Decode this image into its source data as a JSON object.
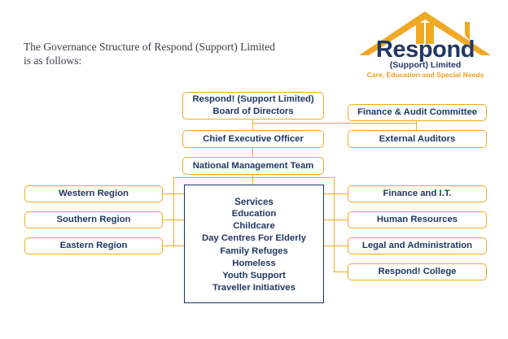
{
  "heading": {
    "text": "The Governance Structure of Respond (Support) Limited\nis as follows:"
  },
  "logo": {
    "name": "Respond",
    "subtitle": "(Support) Limited",
    "tagline": "Care, Education and Special Needs",
    "roof_color": "#f0a925",
    "text_color": "#1f3864"
  },
  "colors": {
    "box_border": "#f0a925",
    "box_text": "#1f3864",
    "services_border": "#16376e",
    "connector": "#f0a925",
    "background": "#ffffff"
  },
  "chart": {
    "top": {
      "board": "Respond! (Support Limited)\nBoard of Directors",
      "ceo": "Chief Executive Officer",
      "nmt": "National Management Team",
      "finance_audit": "Finance & Audit Committee",
      "external_auditors": "External Auditors"
    },
    "services": {
      "title": "Services",
      "items": [
        "Education",
        "Childcare",
        "Day Centres For Elderly",
        "Family Refuges",
        "Homeless",
        "Youth Support",
        "Traveller Initiatives"
      ]
    },
    "left_branches": [
      "Western Region",
      "Southern Region",
      "Eastern Region"
    ],
    "right_branches": [
      "Finance and I.T.",
      "Human Resources",
      "Legal and Administration",
      "Respond! College"
    ]
  }
}
